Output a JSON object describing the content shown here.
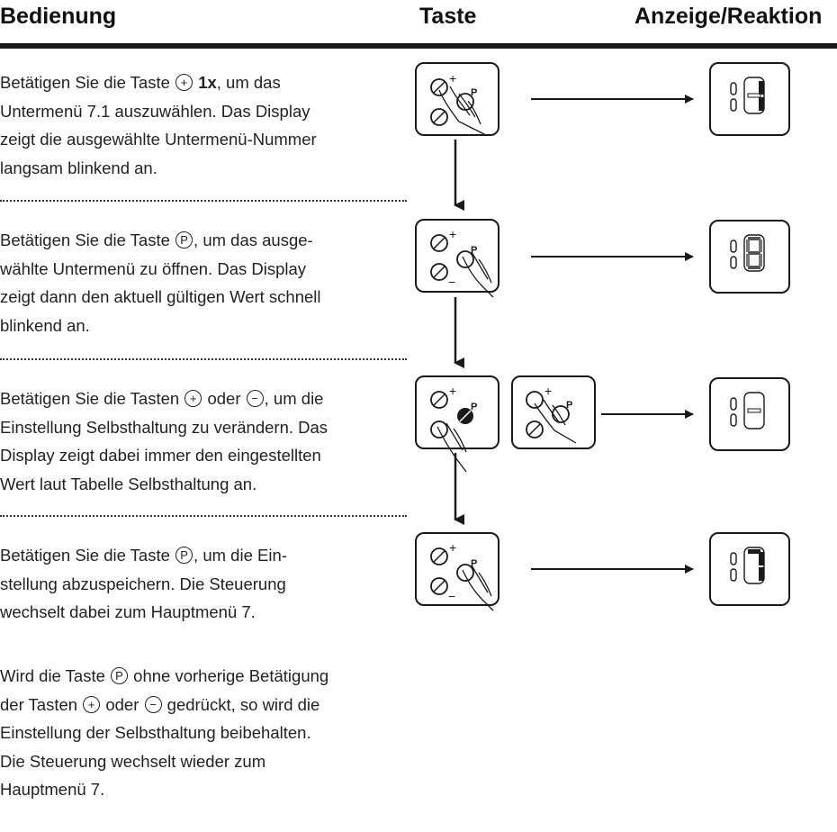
{
  "header": {
    "col1": "Bedienung",
    "col2": "Taste",
    "col3": "Anzeige/Reaktion"
  },
  "keys": {
    "plus": "+",
    "minus": "−",
    "p": "P"
  },
  "steps": [
    {
      "line1_pre": "Betätigen Sie die Taste",
      "line1_bold": "1x",
      "line1_post": ", um das",
      "line2": "Untermenü 7.1 auszuwählen. Das Display",
      "line3": "zeigt die ausgewählte Untermenü-Nummer",
      "line4": "langsam blinkend an."
    },
    {
      "line1_pre": "Betätigen Sie die Taste",
      "line1_post": ", um das ausge-",
      "line2": "wählte Untermenü zu öffnen. Das Display",
      "line3": "zeigt dann den aktuell gültigen Wert schnell",
      "line4": "blinkend an."
    },
    {
      "line1_pre": "Betätigen Sie die Tasten",
      "line1_mid": "oder",
      "line1_post": ", um die",
      "line2": "Einstellung Selbsthaltung zu verändern. Das",
      "line3": "Display zeigt dabei immer den eingestellten",
      "line4": "Wert laut Tabelle Selbsthaltung an."
    },
    {
      "line1_pre": "Betätigen Sie die Taste",
      "line1_post": ", um die Ein-",
      "line2": "stellung abzuspeichern. Die Steuerung",
      "line3": "wechselt dabei zum Hauptmenü 7."
    }
  ],
  "note": {
    "line1_pre": "Wird die Taste",
    "line1_post": "ohne vorherige Betätigung",
    "line2_pre": "der Tasten",
    "line2_mid": "oder",
    "line2_post": "gedrückt, so wird die",
    "line3": "Einstellung der Selbsthaltung beibehalten.",
    "line4": "Die Steuerung wechselt wieder zum",
    "line5": "Hauptmenü 7."
  }
}
